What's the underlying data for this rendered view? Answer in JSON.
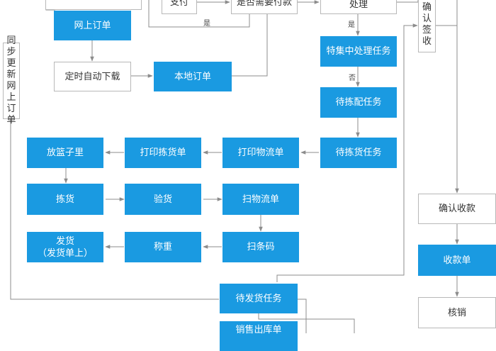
{
  "nodes": {
    "pay": "支付",
    "need_pay": "是否需要付款",
    "process": "处理",
    "online_order": "网上订单",
    "auto_download": "定时自动下载",
    "local_order": "本地订单",
    "special_task": "特集中处理任务",
    "pending_match": "待拣配任务",
    "pending_pick": "待拣货任务",
    "print_logistics": "打印物流单",
    "print_pick": "打印拣货单",
    "basket": "放篮子里",
    "pick": "拣货",
    "inspect": "验货",
    "scan_logistics": "扫物流单",
    "scan_barcode": "扫条码",
    "weigh": "称重",
    "ship": "发货",
    "ship_sub": "（发货单上）",
    "pending_ship": "待发货任务",
    "sales_out": "销售出库单",
    "confirm_receive": "确认收款",
    "receipt": "收款单",
    "write_off": "核销"
  },
  "vertical_labels": {
    "sync": "同步更新网上订单",
    "confirm_sign": "确认签收"
  },
  "edge_labels": {
    "yes_1": "是",
    "yes_2": "是",
    "no": "否"
  }
}
